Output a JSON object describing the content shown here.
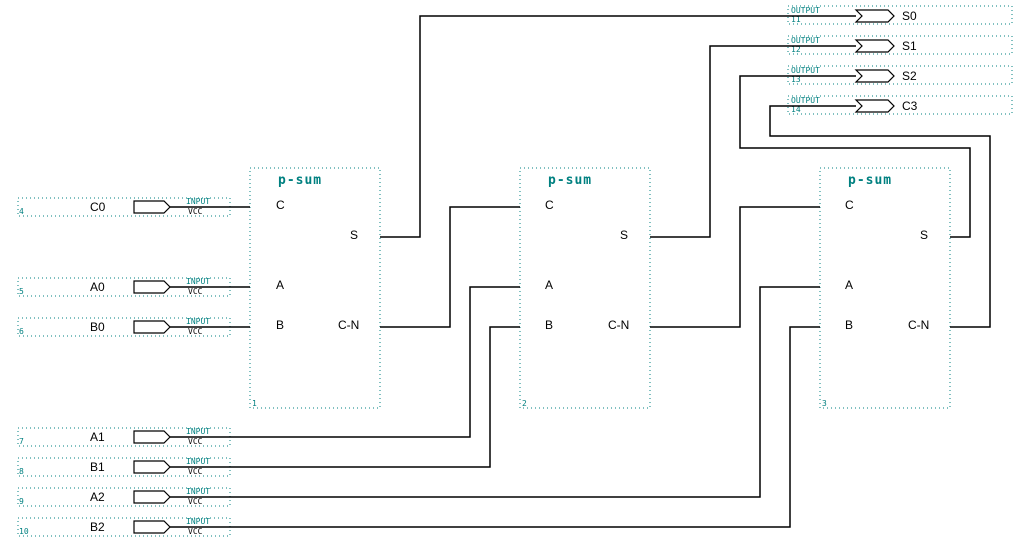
{
  "colors": {
    "accent": "#008080",
    "wire": "#000000"
  },
  "blocks": [
    {
      "title": "p-sum",
      "number": "1",
      "ports": {
        "c": "C",
        "s": "S",
        "a": "A",
        "b": "B",
        "cn": "C-N"
      }
    },
    {
      "title": "p-sum",
      "number": "2",
      "ports": {
        "c": "C",
        "s": "S",
        "a": "A",
        "b": "B",
        "cn": "C-N"
      }
    },
    {
      "title": "p-sum",
      "number": "3",
      "ports": {
        "c": "C",
        "s": "S",
        "a": "A",
        "b": "B",
        "cn": "C-N"
      }
    }
  ],
  "inputs": [
    {
      "number": "4",
      "name": "C0",
      "type": "INPUT",
      "default": "VCC"
    },
    {
      "number": "5",
      "name": "A0",
      "type": "INPUT",
      "default": "VCC"
    },
    {
      "number": "6",
      "name": "B0",
      "type": "INPUT",
      "default": "VCC"
    },
    {
      "number": "7",
      "name": "A1",
      "type": "INPUT",
      "default": "VCC"
    },
    {
      "number": "8",
      "name": "B1",
      "type": "INPUT",
      "default": "VCC"
    },
    {
      "number": "9",
      "name": "A2",
      "type": "INPUT",
      "default": "VCC"
    },
    {
      "number": "10",
      "name": "B2",
      "type": "INPUT",
      "default": "VCC"
    }
  ],
  "outputs": [
    {
      "number": "11",
      "name": "S0",
      "type": "OUTPUT"
    },
    {
      "number": "12",
      "name": "S1",
      "type": "OUTPUT"
    },
    {
      "number": "13",
      "name": "S2",
      "type": "OUTPUT"
    },
    {
      "number": "14",
      "name": "C3",
      "type": "OUTPUT"
    }
  ]
}
